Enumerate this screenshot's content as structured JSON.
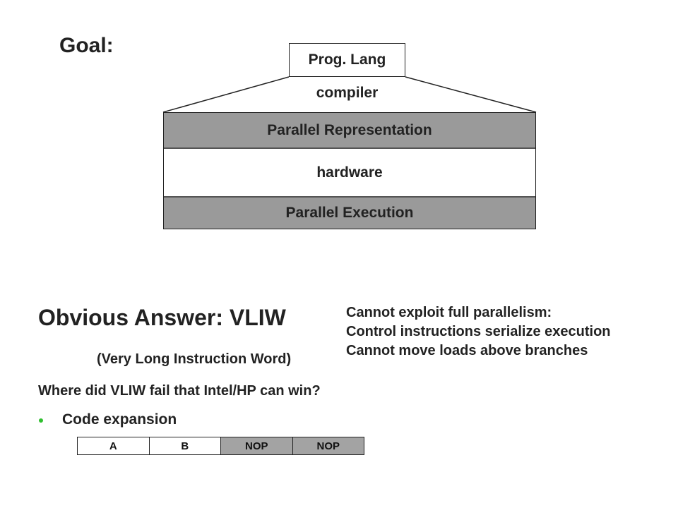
{
  "goal": {
    "title": "Goal:"
  },
  "diagram": {
    "top_box": "Prog. Lang",
    "link_label": "compiler",
    "layers": [
      {
        "label": "Parallel Representation",
        "fill": "#9a9a9a"
      },
      {
        "label": "hardware",
        "fill": "#ffffff"
      },
      {
        "label": "Parallel Execution",
        "fill": "#9a9a9a"
      }
    ]
  },
  "answer": {
    "title": "Obvious Answer: VLIW",
    "subtitle": "(Very Long Instruction Word)"
  },
  "notes": [
    "Cannot exploit full parallelism:",
    "Control instructions serialize execution",
    "Cannot move loads above branches"
  ],
  "question": "Where did VLIW fail that Intel/HP can win?",
  "bullets": [
    {
      "text": "Code expansion",
      "bullet_color": "#2fbf2f"
    }
  ],
  "instruction_word": {
    "slots": [
      {
        "label": "A",
        "fill": "#ffffff"
      },
      {
        "label": "B",
        "fill": "#ffffff"
      },
      {
        "label": "NOP",
        "fill": "#a3a3a3"
      },
      {
        "label": "NOP",
        "fill": "#a3a3a3"
      }
    ]
  }
}
